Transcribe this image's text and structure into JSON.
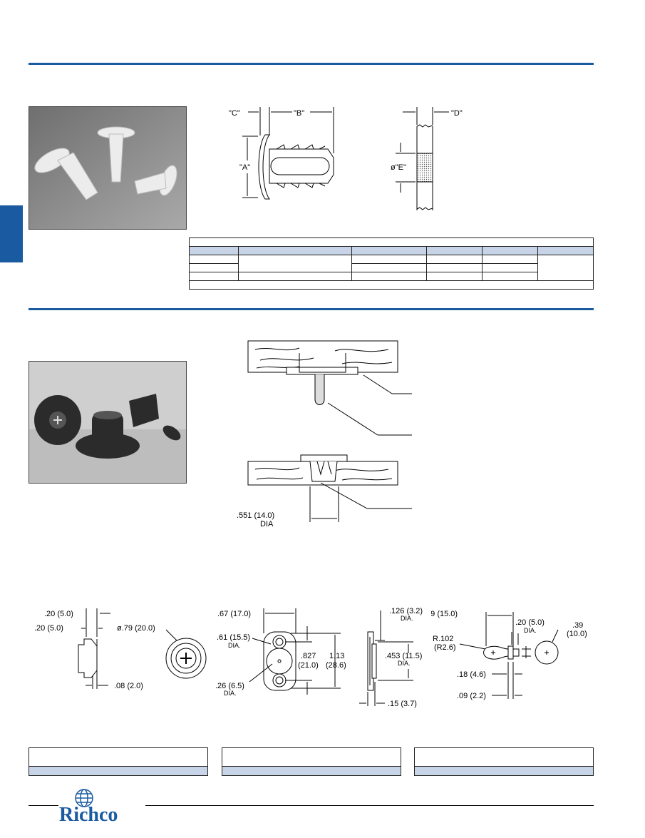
{
  "fastener_diagram": {
    "label_c": "\"C\"",
    "label_b": "\"B\"",
    "label_a": "\"A\"",
    "label_d": "\"D\"",
    "label_e": "ø\"E\""
  },
  "joint_diagram": {
    "hole_dim": ".551  (14.0)",
    "hole_dim_unit": "DIA"
  },
  "part1": {
    "dim_top": ".20  (5.0)",
    "dim_top2": ".20  (5.0)",
    "dim_bottom": ".08  (2.0)",
    "dim_dia": "ø.79  (20.0)"
  },
  "part2": {
    "dim_width": ".67  (17.0)",
    "dim_hole_upper": ".61  (15.5)",
    "dim_hole_upper_unit": "DIA.",
    "dim_hole_lower": ".26  (6.5)",
    "dim_hole_lower_unit": "DIA.",
    "dim_spacing": ".827",
    "dim_spacing_mm": "(21.0)",
    "dim_height": "1.13",
    "dim_height_mm": "(28.6)"
  },
  "part3": {
    "dim_top": ".126  (3.2)",
    "dim_top_unit": "DIA.",
    "dim_mid": ".453  (11.5)",
    "dim_mid_unit": "DIA.",
    "dim_bottom": ".15  (3.7)"
  },
  "part4": {
    "dim_length": ".59  (15.0)",
    "dim_top": ".20  (5.0)",
    "dim_top_unit": "DIA.",
    "dim_radius": "R.102",
    "dim_radius_mm": "(R2.6)",
    "dim_head": ".39",
    "dim_head_mm": "(10.0)",
    "dim_shaft": ".18  (4.6)",
    "dim_collar": ".09  (2.2)"
  },
  "logo": {
    "text": "Richco"
  },
  "colors": {
    "accent": "#1a5aa0",
    "table_header": "#c7d3e6"
  }
}
